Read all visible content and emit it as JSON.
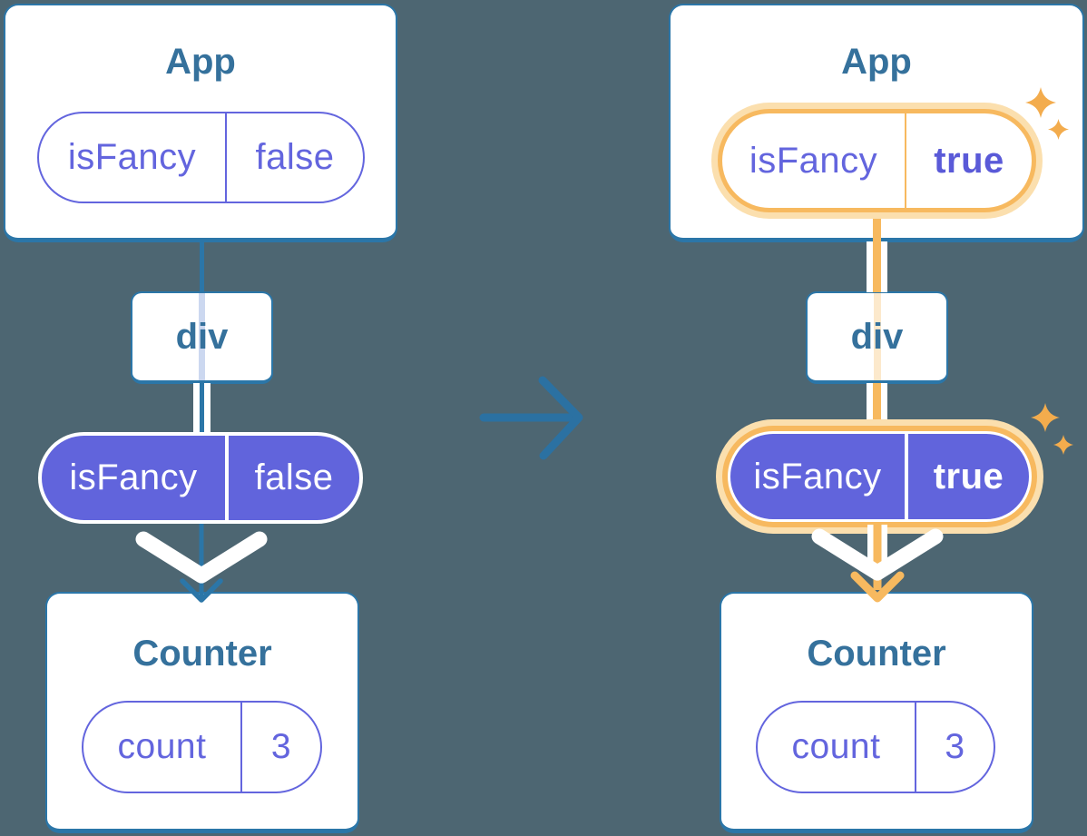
{
  "before": {
    "app": {
      "title": "App",
      "prop_name": "isFancy",
      "prop_value": "false"
    },
    "div_label": "div",
    "passed_prop": {
      "name": "isFancy",
      "value": "false"
    },
    "counter": {
      "title": "Counter",
      "state_name": "count",
      "state_value": "3"
    }
  },
  "after": {
    "app": {
      "title": "App",
      "prop_name": "isFancy",
      "prop_value": "true"
    },
    "div_label": "div",
    "passed_prop": {
      "name": "isFancy",
      "value": "true"
    },
    "counter": {
      "title": "Counter",
      "state_name": "count",
      "state_value": "3"
    }
  },
  "icons": {
    "transition_arrow": "right-arrow",
    "sparkle": "four-point-star"
  },
  "colors": {
    "background": "#4D6672",
    "card_border_blue": "#2B76A8",
    "title_text_blue": "#35719C",
    "purple_accent": "#6365DE",
    "purple_fill": "#6164DC",
    "highlight_orange": "#F7B95F",
    "highlight_orange_glow": "#FBDFAE",
    "pale_lavender_line": "#CCD8F0",
    "pale_orange_line": "#FCE9CC",
    "white": "#FFFFFF"
  }
}
